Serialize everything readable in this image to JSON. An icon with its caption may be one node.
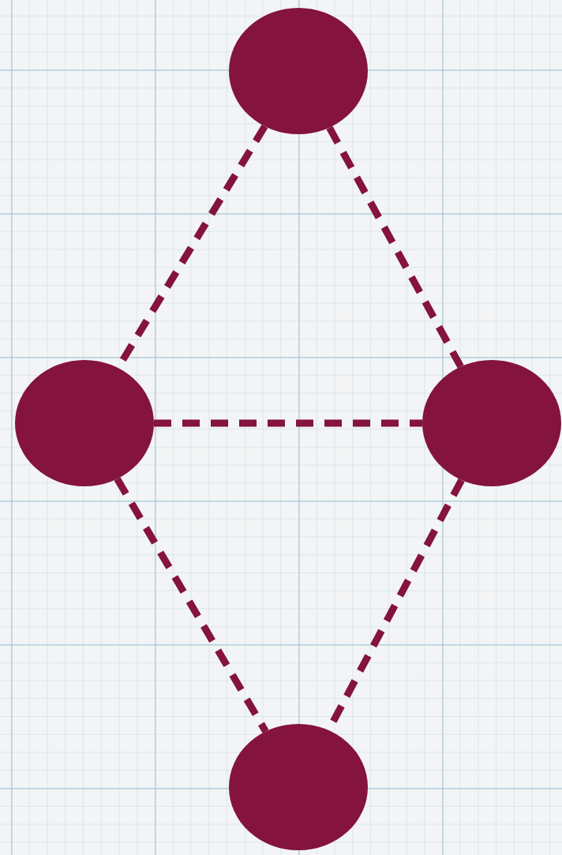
{
  "diagram": {
    "nodes": [
      {
        "text": [],
        "shape": "circle"
      },
      {
        "text": [],
        "shape": "circle"
      },
      {
        "text": [],
        "shape": "circle"
      },
      {
        "text": [],
        "shape": "circle"
      }
    ],
    "edges": [
      {
        "from": 0,
        "to": 1,
        "arrow": "none",
        "style": "dashed"
      },
      {
        "from": 0,
        "to": 2,
        "arrow": "none",
        "style": "dashed"
      },
      {
        "from": 1,
        "to": 2,
        "arrow": "none",
        "style": "dashed"
      },
      {
        "from": 1,
        "to": 3,
        "arrow": "none",
        "style": "dashed"
      },
      {
        "from": 2,
        "to": 3,
        "arrow": "none",
        "style": "dashed"
      }
    ]
  }
}
